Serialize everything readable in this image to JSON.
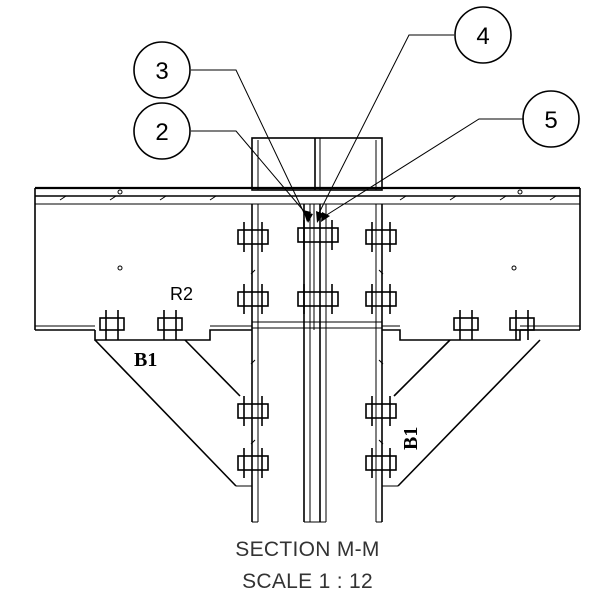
{
  "drawing": {
    "callouts": [
      {
        "number": "3"
      },
      {
        "number": "4"
      },
      {
        "number": "2"
      },
      {
        "number": "5"
      }
    ],
    "labels": {
      "r2": "R2",
      "b1_left": "B1",
      "b1_right": "B1"
    },
    "section_title": "SECTION M-M",
    "scale": "SCALE 1 : 12"
  }
}
